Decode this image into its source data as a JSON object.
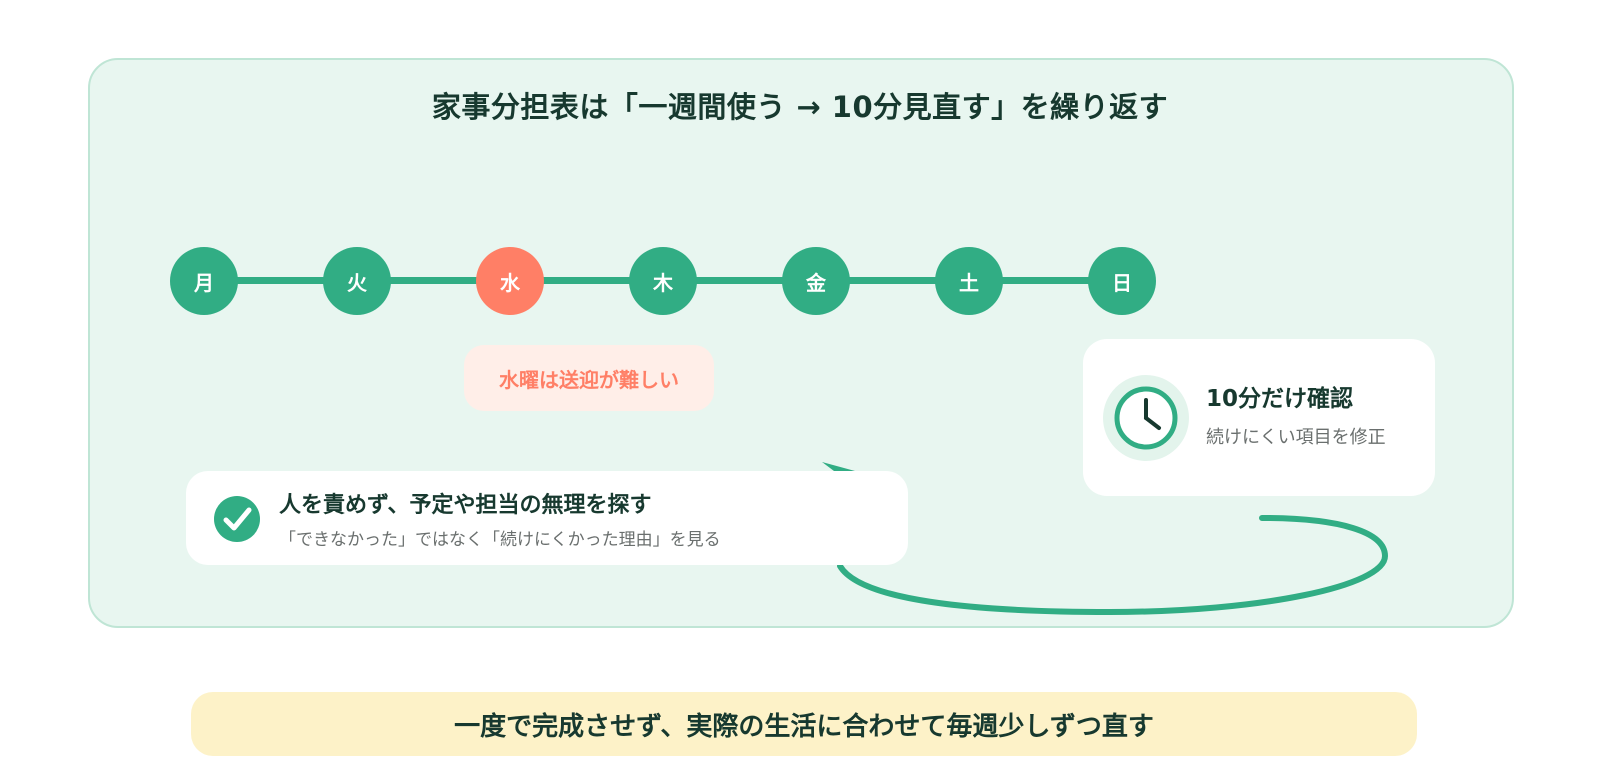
{
  "title": "家事分担表は「一週間使う → 10分見直す」を繰り返す",
  "days": [
    "月",
    "火",
    "水",
    "木",
    "金",
    "土",
    "日"
  ],
  "highlight_day_index": 2,
  "alert": "水曜は送迎が難しい",
  "review": {
    "title": "人を責めず、予定や担当の無理を探す",
    "subtitle": "「できなかった」ではなく「続けにくかった理由」を見る",
    "icon": "check-circle-icon"
  },
  "check_in": {
    "title": "10分だけ確認",
    "subtitle": "続けにくい項目を修正",
    "icon": "clock-icon"
  },
  "banner": "一度で完成させず、実際の生活に合わせて毎週少しずつ直す",
  "colors": {
    "accent": "#31ad84",
    "highlight": "#ff7f66",
    "panel_bg": "#e8f6f0",
    "banner_bg": "#fdf2c8",
    "text": "#17392f"
  }
}
